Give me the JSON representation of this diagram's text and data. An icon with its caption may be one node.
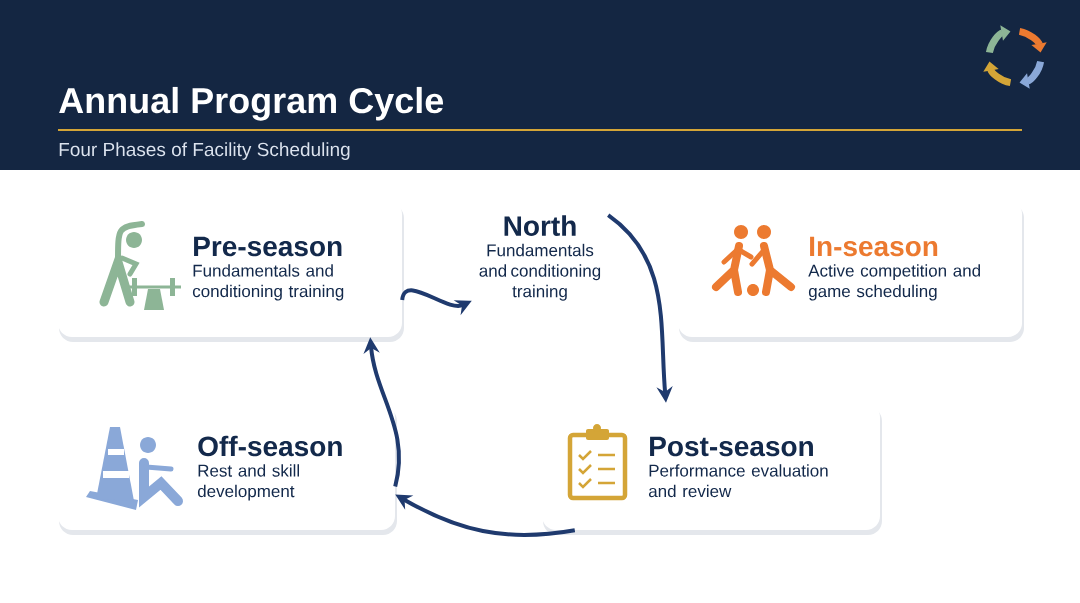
{
  "diagram": {
    "title": "Annual Program Cycle",
    "nodes": [
      {
        "text": [
          "Pre-season",
          "Fundamentals and conditioning training"
        ]
      },
      {
        "text": [
          "North",
          "Fundamentals and conditioning training"
        ]
      },
      {
        "text": [
          "In-season",
          "Active competition and game scheduling"
        ]
      },
      {
        "text": [
          "Post-season",
          "Performance evaluation and review"
        ]
      },
      {
        "text": [
          "Off-season",
          "Rest and skill development"
        ]
      }
    ],
    "edges": [
      {
        "from": 0,
        "to": 1,
        "arrow": "to"
      },
      {
        "from": 1,
        "to": 3,
        "arrow": "to"
      },
      {
        "from": 3,
        "to": 4,
        "arrow": "to"
      },
      {
        "from": 4,
        "to": 0,
        "arrow": "to"
      }
    ],
    "labels": [
      "Four Phases of Facility Scheduling"
    ]
  }
}
